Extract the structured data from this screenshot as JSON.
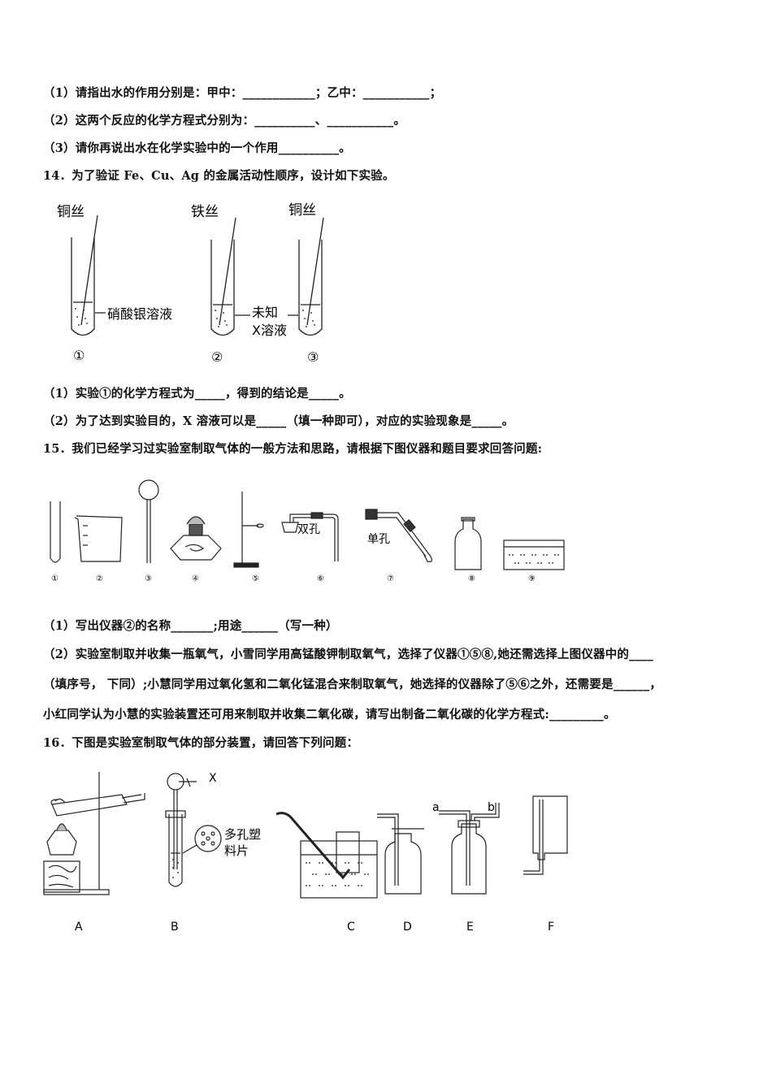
{
  "q13": {
    "sub1": "（1）请指出水的作用分别是：甲中：____________；乙中：___________；",
    "sub2": "（2）这两个反应的化学方程式分别为：__________、___________。",
    "sub3": "（3）请你再说出水在化学实验中的一个作用__________。"
  },
  "q14": {
    "stem": "14．为了验证 Fe、Cu、Ag 的金属活动性顺序，设计如下实验。",
    "fig": {
      "tube1_wire": "铜丝",
      "tube1_solution": "硝酸银溶液",
      "tube1_num": "①",
      "tube2_wire": "铁丝",
      "tube2_num": "②",
      "unknown_line1": "未知",
      "unknown_line2": "X溶液",
      "tube3_wire": "铜丝",
      "tube3_num": "③"
    },
    "sub1": "（1）实验①的化学方程式为_____，得到的结论是_____。",
    "sub2": "（2）为了达到实验目的，X 溶液可以是_____（填一种即可），对应的实验现象是_____。"
  },
  "q15": {
    "stem": "15．我们已经学习过实验室制取气体的一般方法和思路，请根据下图仪器和题目要求回答问题:",
    "fig": {
      "nums": [
        "①",
        "②",
        "③",
        "④",
        "⑤",
        "⑥",
        "⑦",
        "⑧",
        "⑨"
      ],
      "double_hole": "双孔",
      "single_hole": "单孔"
    },
    "sub1": "（1）写出仪器②的名称_______;用途______（写一种）",
    "sub2_line1": "（2）实验室制取并收集一瓶氧气，小雪同学用高锰酸钾制取氧气，选择了仪器①⑤⑧,她还需选择上图仪器中的____",
    "sub2_line2": "（填序号， 下同）;小慧同学用过氧化氢和二氧化锰混合来制取氧气，她选择的仪器除了⑤⑥之外，还需要是______，",
    "sub2_line3": "小红同学认为小慧的实验装置还可用来制取并收集二氧化碳，请写出制备二氧化碳的化学方程式:_________。"
  },
  "q16": {
    "stem": "16．下图是实验室制取气体的部分装置，请回答下列问题：",
    "fig": {
      "x_label": "X",
      "porous_line1": "多孔塑",
      "porous_line2": "料片",
      "port_a": "a",
      "port_b": "b",
      "labels": [
        "A",
        "B",
        "C",
        "D",
        "E",
        "F"
      ]
    }
  }
}
